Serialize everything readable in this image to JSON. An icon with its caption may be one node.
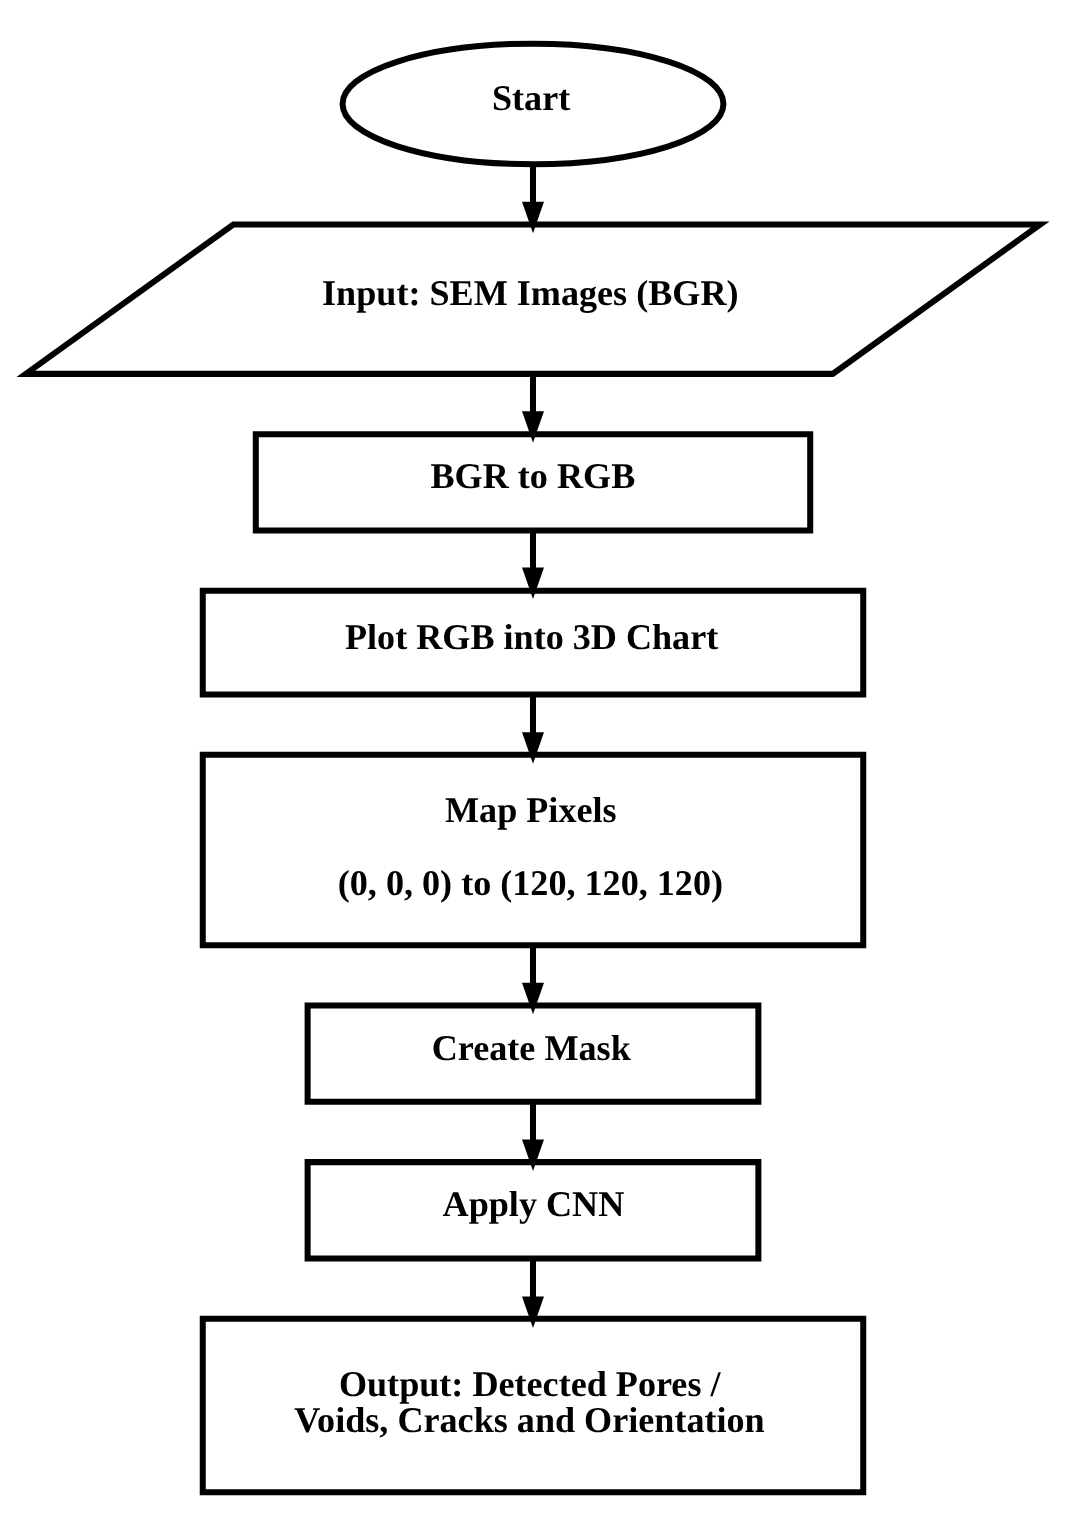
{
  "diagram": {
    "nodes": [
      {
        "text": [
          "Start"
        ]
      },
      {
        "text": [
          "Input: SEM Images (BGR)"
        ]
      },
      {
        "text": [
          "BGR to RGB"
        ]
      },
      {
        "text": [
          "Plot RGB into 3D Chart"
        ]
      },
      {
        "text": [
          "Map Pixels",
          "(0, 0, 0) to (120, 120, 120)"
        ]
      },
      {
        "text": [
          "Create Mask"
        ]
      },
      {
        "text": [
          "Apply CNN"
        ]
      },
      {
        "text": [
          "Output: Detected Pores / Voids, Cracks and Orientation"
        ]
      }
    ],
    "edges": [
      {
        "from": 0,
        "to": 1,
        "arrow": "to"
      },
      {
        "from": 1,
        "to": 2,
        "arrow": "to"
      },
      {
        "from": 2,
        "to": 3,
        "arrow": "to"
      },
      {
        "from": 3,
        "to": 4,
        "arrow": "to"
      },
      {
        "from": 4,
        "to": 5,
        "arrow": "to"
      },
      {
        "from": 5,
        "to": 6,
        "arrow": "to"
      },
      {
        "from": 6,
        "to": 7,
        "arrow": "to"
      }
    ]
  }
}
